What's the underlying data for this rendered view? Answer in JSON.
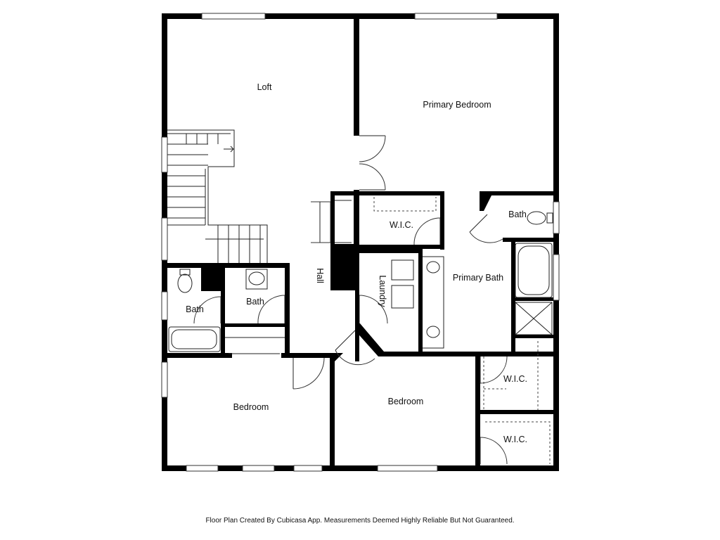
{
  "rooms": {
    "loft": "Loft",
    "primary_bedroom": "Primary Bedroom",
    "wic_top": "W.I.C.",
    "bath_primary_side": "Bath",
    "hall": "Hall",
    "laundry": "Laundry",
    "primary_bath": "Primary Bath",
    "bath_left": "Bath",
    "bath_center": "Bath",
    "bedroom_left": "Bedroom",
    "bedroom_center": "Bedroom",
    "wic_right_upper": "W.I.C.",
    "wic_right_lower": "W.I.C."
  },
  "footer": {
    "note": "Floor Plan Created By Cubicasa App. Measurements Deemed Highly Reliable But Not Guaranteed."
  }
}
